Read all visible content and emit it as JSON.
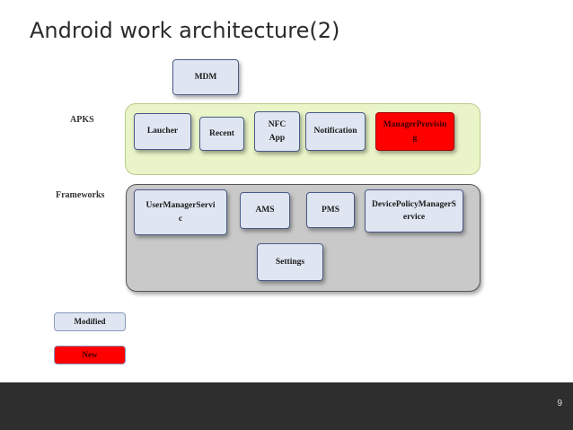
{
  "title": "Android work architecture(2)",
  "layers": {
    "apks_label": "APKS",
    "frameworks_label": "Frameworks"
  },
  "boxes": {
    "mdm": "MDM",
    "laucher": "Laucher",
    "recent": "Recent",
    "nfc_app": "NFC\nApp",
    "notification": "Notification",
    "manager_provisioning": "ManagerProvisin\ng",
    "user_manager_service": "UserManagerServi\nc",
    "ams": "AMS",
    "pms": "PMS",
    "device_policy_manager_service": "DevicePolicyManagerS\nervice",
    "settings": "Settings"
  },
  "legend": {
    "modified": "Modified",
    "new": "New"
  },
  "colors": {
    "modified_box": "#dfe6f2",
    "new_box": "#ff0000",
    "apks_panel": "#e9f5c8",
    "frameworks_panel": "#c9c9c9",
    "footer": "#2e2e2e"
  },
  "footer": {
    "page_number": "9"
  }
}
